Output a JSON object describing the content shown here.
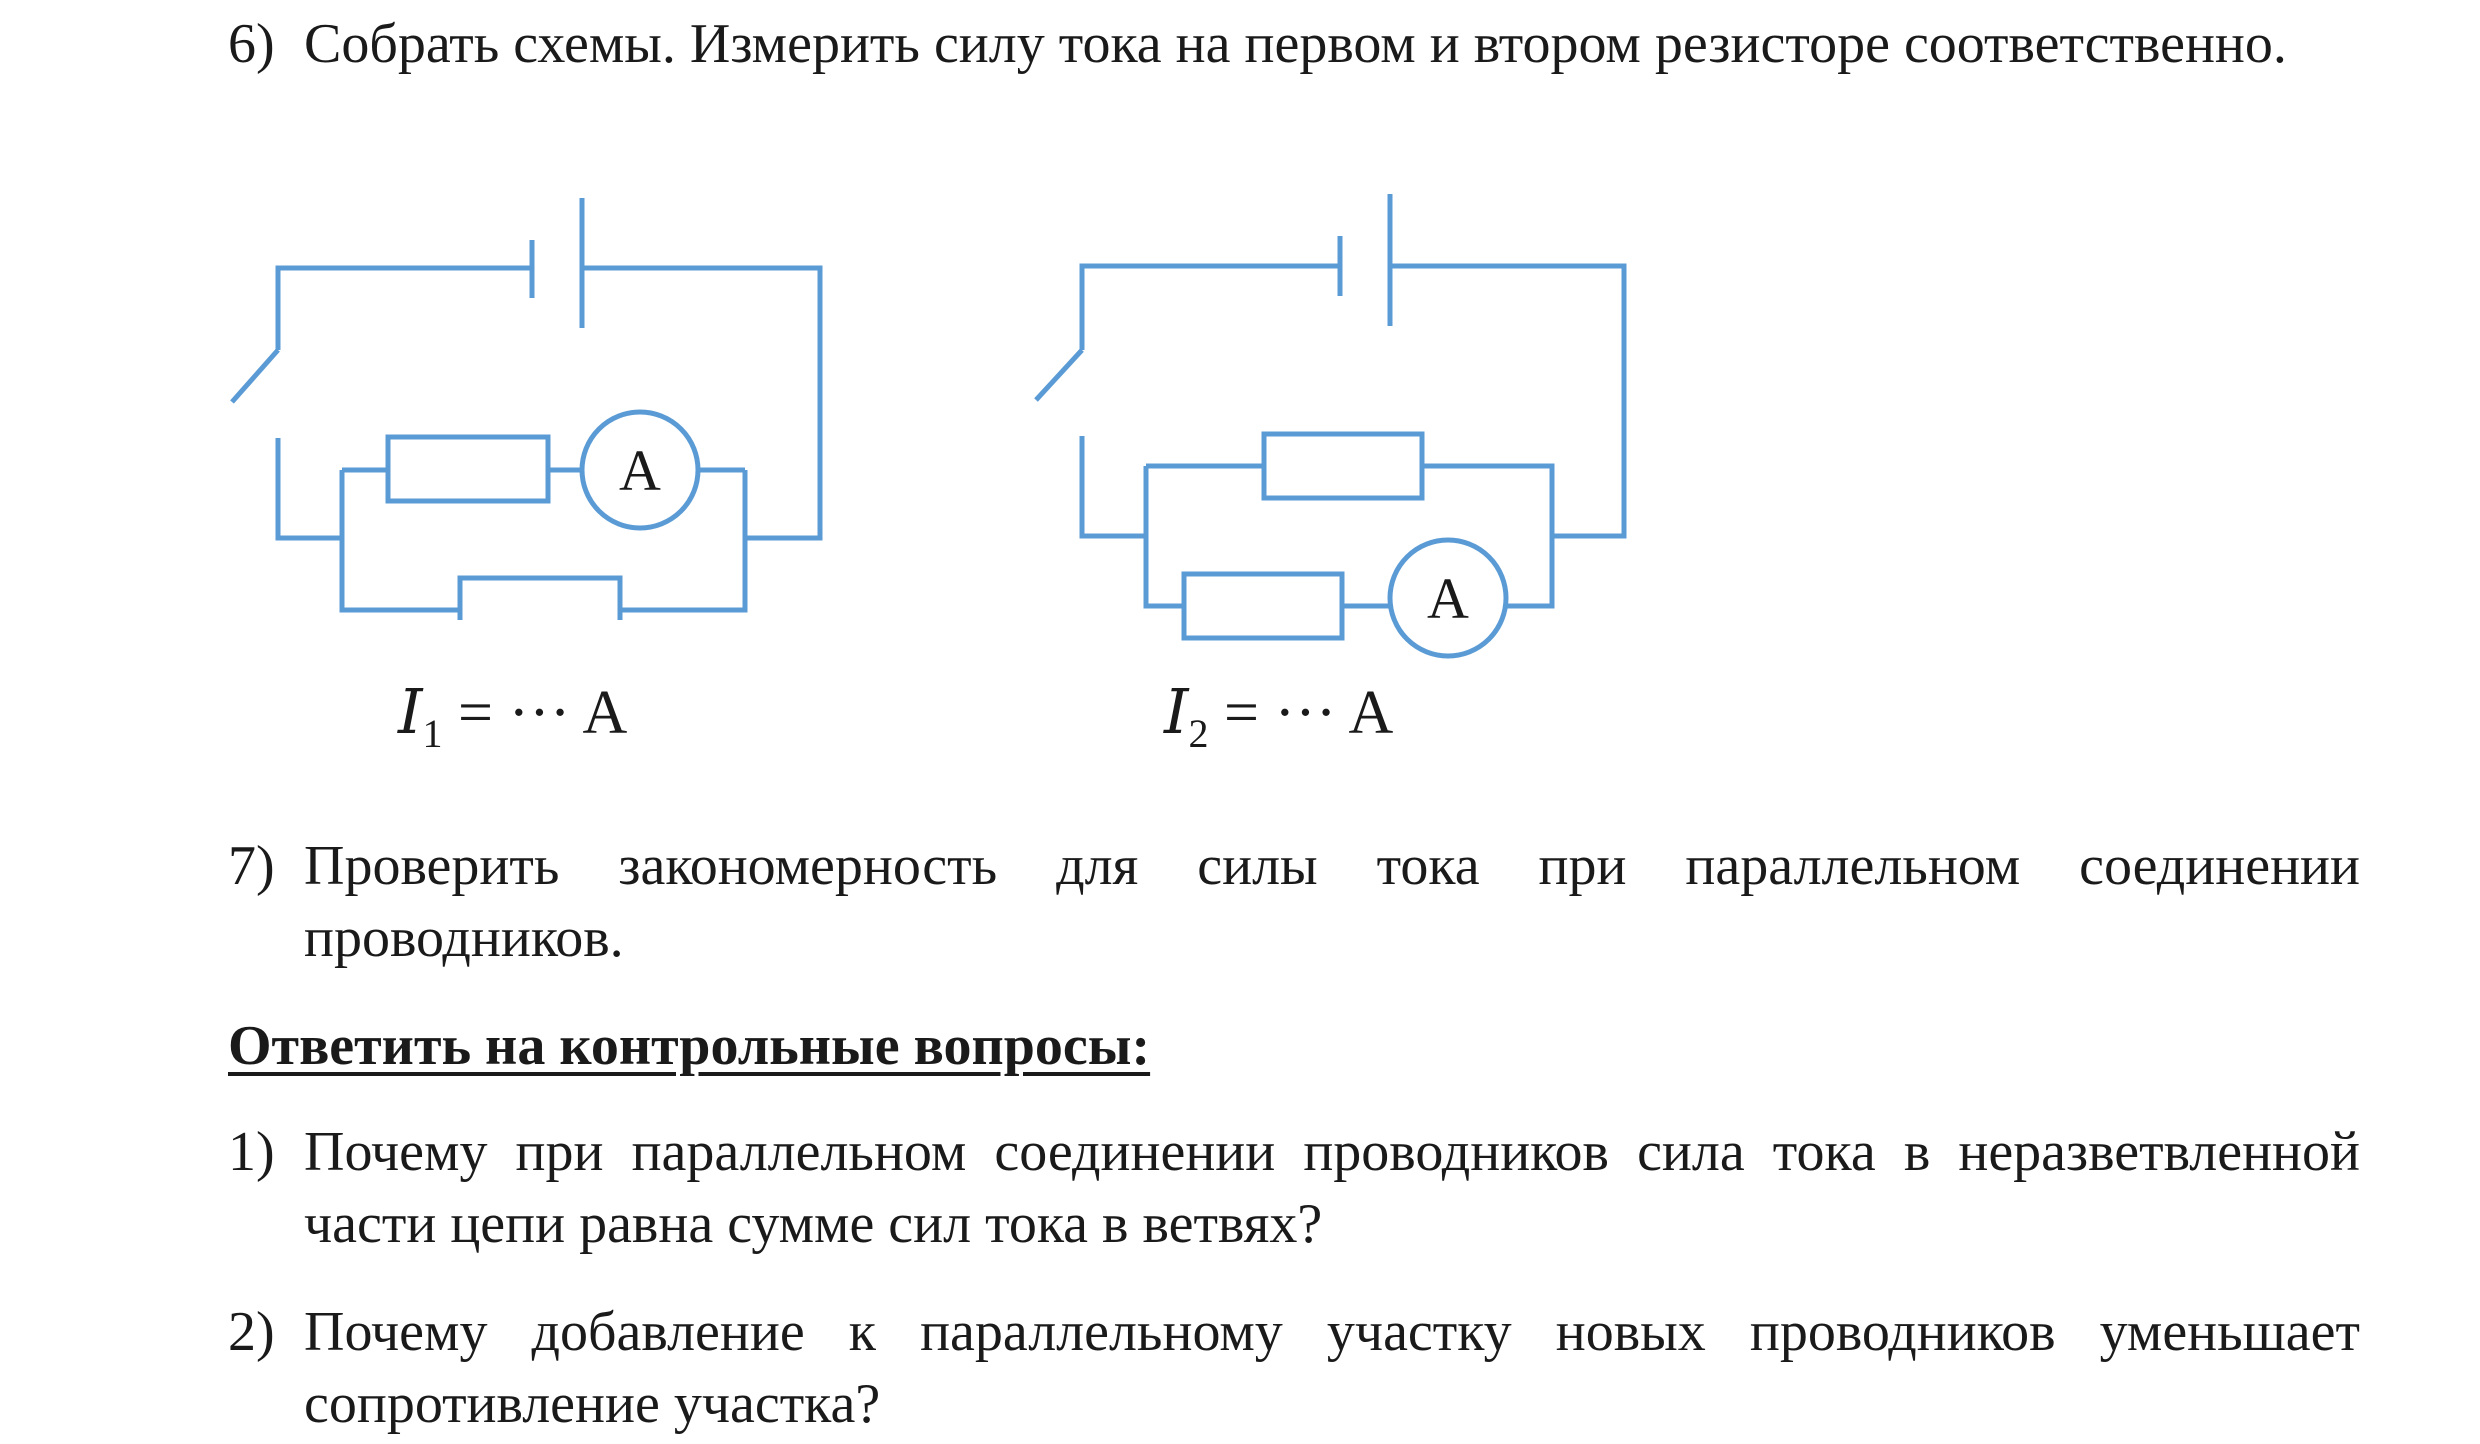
{
  "items_top": [
    {
      "num": "6)",
      "text": "Собрать схемы. Измерить силу тока на первом и втором резисторе соответственно."
    }
  ],
  "circuits": [
    {
      "meter_label": "A",
      "formula": {
        "var": "I",
        "sub": "1",
        "rest": " = ··· A"
      }
    },
    {
      "meter_label": "A",
      "formula": {
        "var": "I",
        "sub": "2",
        "rest": " = ··· A"
      }
    }
  ],
  "item7": {
    "num": "7)",
    "text": "Проверить закономерность для силы тока при параллельном соединении проводников."
  },
  "heading": "Ответить на контрольные вопросы:",
  "questions": [
    {
      "num": "1)",
      "text": "Почему при параллельном соединении проводников сила тока в неразветвленной части цепи равна сумме сил тока в ветвях?"
    },
    {
      "num": "2)",
      "text": "Почему добавление к параллельному участку новых проводников уменьшает сопротивление участка?"
    }
  ],
  "colors": {
    "wire": "#5b9bd5",
    "text": "#1a1a1a"
  }
}
